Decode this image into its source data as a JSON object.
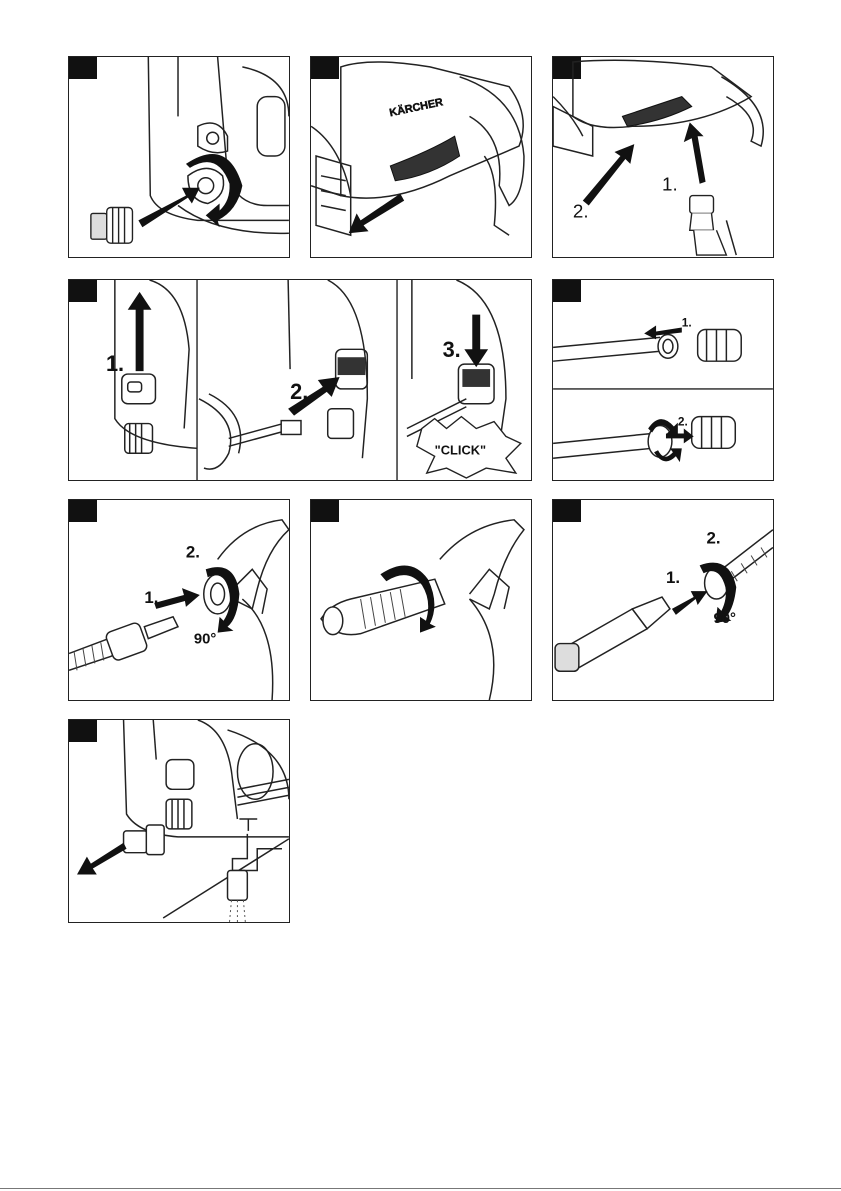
{
  "panels": [
    {
      "id": "p1",
      "labels": []
    },
    {
      "id": "p2",
      "labels": []
    },
    {
      "id": "p3",
      "labels": [
        "1.",
        "2."
      ]
    },
    {
      "id": "p4",
      "labels": [
        "1.",
        "2.",
        "3.",
        "\"CLICK\""
      ]
    },
    {
      "id": "p5",
      "labels": [
        "1.",
        "2."
      ]
    },
    {
      "id": "p6",
      "labels": [
        "2.",
        "1.",
        "90°"
      ]
    },
    {
      "id": "p7",
      "labels": []
    },
    {
      "id": "p8",
      "labels": [
        "2.",
        "1.",
        "90°"
      ]
    },
    {
      "id": "p9",
      "labels": []
    }
  ],
  "brand": "KÄRCHER",
  "icons": [
    "arrow-icon",
    "rotate-arrow-icon",
    "water-tap-icon"
  ]
}
